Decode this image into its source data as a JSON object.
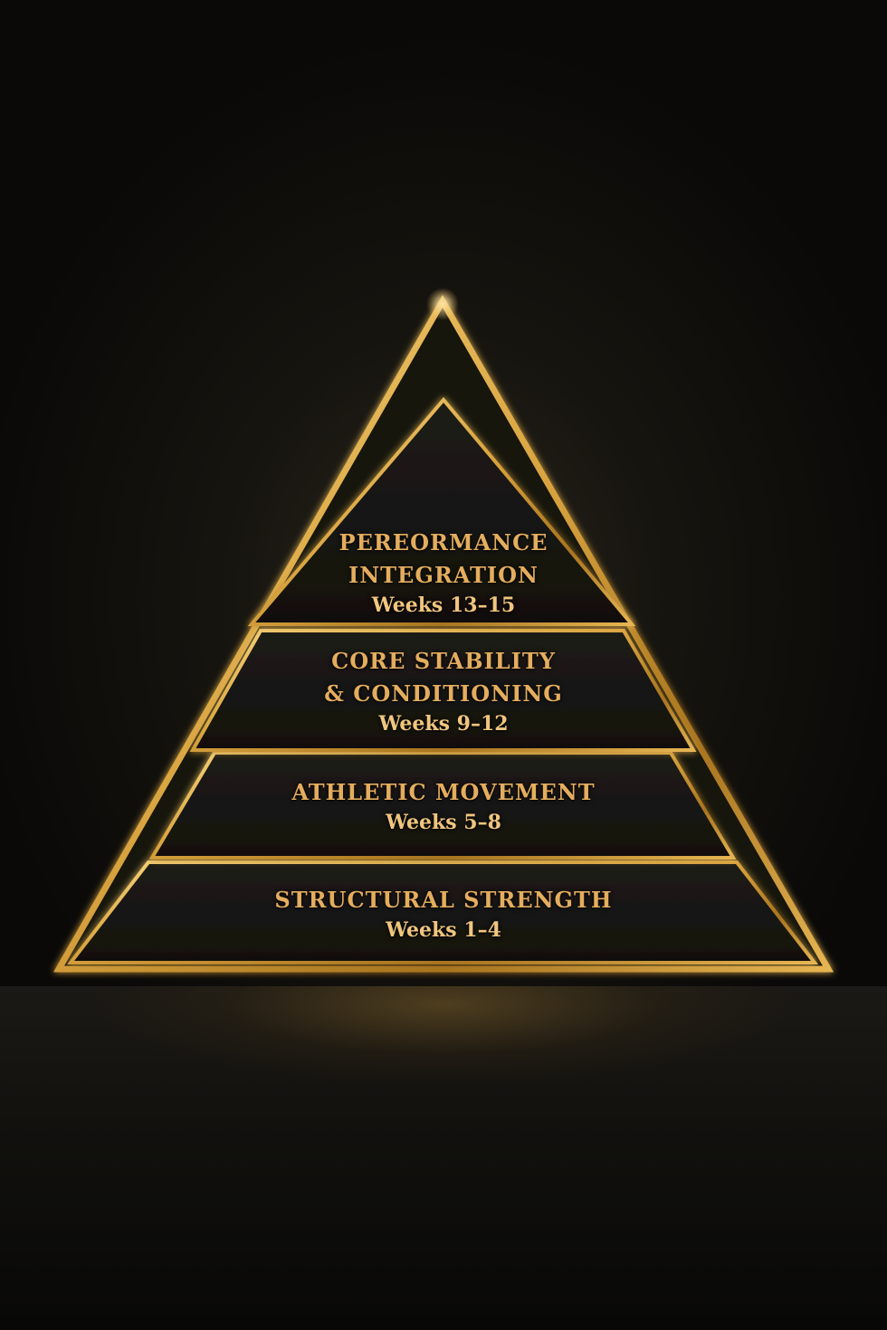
{
  "colors": {
    "gold": "#d9a43f",
    "gold_light": "#f6d27a",
    "text_gold": "#e8b66a",
    "background": "#0b0a09"
  },
  "pyramid": {
    "tiers": [
      {
        "title_lines": [
          "PEREORMANCE",
          "INTEGRATION"
        ],
        "weeks": "Weeks 13–15"
      },
      {
        "title_lines": [
          "CORE STABILITY",
          "& CONDITIONING"
        ],
        "weeks": "Weeks 9–12"
      },
      {
        "title_lines": [
          "ATHLETIC MOVEMENT"
        ],
        "weeks": "Weeks 5–8"
      },
      {
        "title_lines": [
          "STRUCTURAL STRENGTH"
        ],
        "weeks": "Weeks 1–4"
      }
    ]
  }
}
